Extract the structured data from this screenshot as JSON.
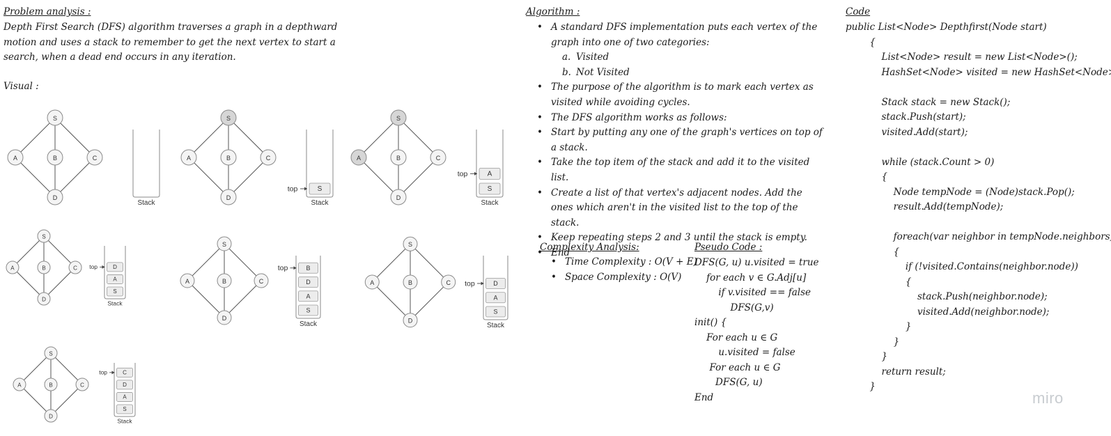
{
  "problem": {
    "heading": "Problem analysis :",
    "text": "Depth First Search (DFS) algorithm traverses a graph in a depthward motion and uses a stack to remember to get the next vertex to start a search, when a dead end occurs in any iteration.",
    "visual_heading": "Visual :"
  },
  "diagram": {
    "vertices": [
      "S",
      "A",
      "B",
      "C",
      "D"
    ],
    "edges": [
      [
        "S",
        "A"
      ],
      [
        "S",
        "B"
      ],
      [
        "S",
        "C"
      ],
      [
        "A",
        "D"
      ],
      [
        "B",
        "D"
      ],
      [
        "C",
        "D"
      ]
    ],
    "stack_label": "Stack",
    "top_label": "top",
    "steps": [
      {
        "highlighted": [],
        "stack": []
      },
      {
        "highlighted": [
          "S"
        ],
        "stack": [
          "S"
        ]
      },
      {
        "highlighted": [
          "S",
          "A"
        ],
        "stack": [
          "A",
          "S"
        ]
      },
      {
        "highlighted": [],
        "stack": [
          "D",
          "A",
          "S"
        ]
      },
      {
        "highlighted": [],
        "stack": [
          "B",
          "D",
          "A",
          "S"
        ]
      },
      {
        "highlighted": [],
        "stack": [
          "D",
          "A",
          "S"
        ]
      },
      {
        "highlighted": [],
        "stack": [
          "C",
          "D",
          "A",
          "S"
        ]
      }
    ]
  },
  "algorithm": {
    "heading": "Algorithm :",
    "items": [
      "A standard DFS implementation puts each vertex of the graph into one of two categories:",
      "The purpose of the algorithm is to mark each vertex as visited while avoiding cycles.",
      "The DFS algorithm works as follows:",
      "Start by putting any one of the graph's vertices on top of a stack.",
      "Take the top item of the stack and add it to the visited list.",
      "Create a list of that vertex's adjacent nodes. Add the ones which aren't in the visited list to the top of the stack.",
      "Keep repeating steps 2 and 3 until the stack is empty.",
      "End"
    ],
    "categories": [
      {
        "marker": "a.",
        "label": "Visited"
      },
      {
        "marker": "b.",
        "label": "Not Visited"
      }
    ]
  },
  "complexity": {
    "heading": "Complexity Analysis:",
    "items": [
      "Time Complexity : O(V + E)",
      "Space Complexity : O(V)"
    ]
  },
  "pseudo": {
    "heading": "Pseudo Code :",
    "lines": [
      "DFS(G, u) u.visited = true",
      "    for each v ∈ G.Adj[u]",
      "        if v.visited == false",
      "            DFS(G,v)",
      "init() {",
      "    For each u ∈ G",
      "        u.visited = false",
      "     For each u ∈ G",
      "       DFS(G, u)",
      "End"
    ]
  },
  "code": {
    "heading": "Code",
    "lines": [
      "public List<Node> Depthfirst(Node start)",
      "        {",
      "            List<Node> result = new List<Node>();",
      "            HashSet<Node> visited = new HashSet<Node>();",
      "",
      "            Stack stack = new Stack();",
      "            stack.Push(start);",
      "            visited.Add(start);",
      "",
      "            while (stack.Count > 0)",
      "            {",
      "                Node tempNode = (Node)stack.Pop();",
      "                result.Add(tempNode);",
      "",
      "                foreach(var neighbor in tempNode.neighbors)",
      "                {",
      "                    if (!visited.Contains(neighbor.node))",
      "                    {",
      "                        stack.Push(neighbor.node);",
      "                        visited.Add(neighbor.node);",
      "                    }",
      "                }",
      "            }",
      "            return result;",
      "        }"
    ]
  },
  "brand": "miro"
}
